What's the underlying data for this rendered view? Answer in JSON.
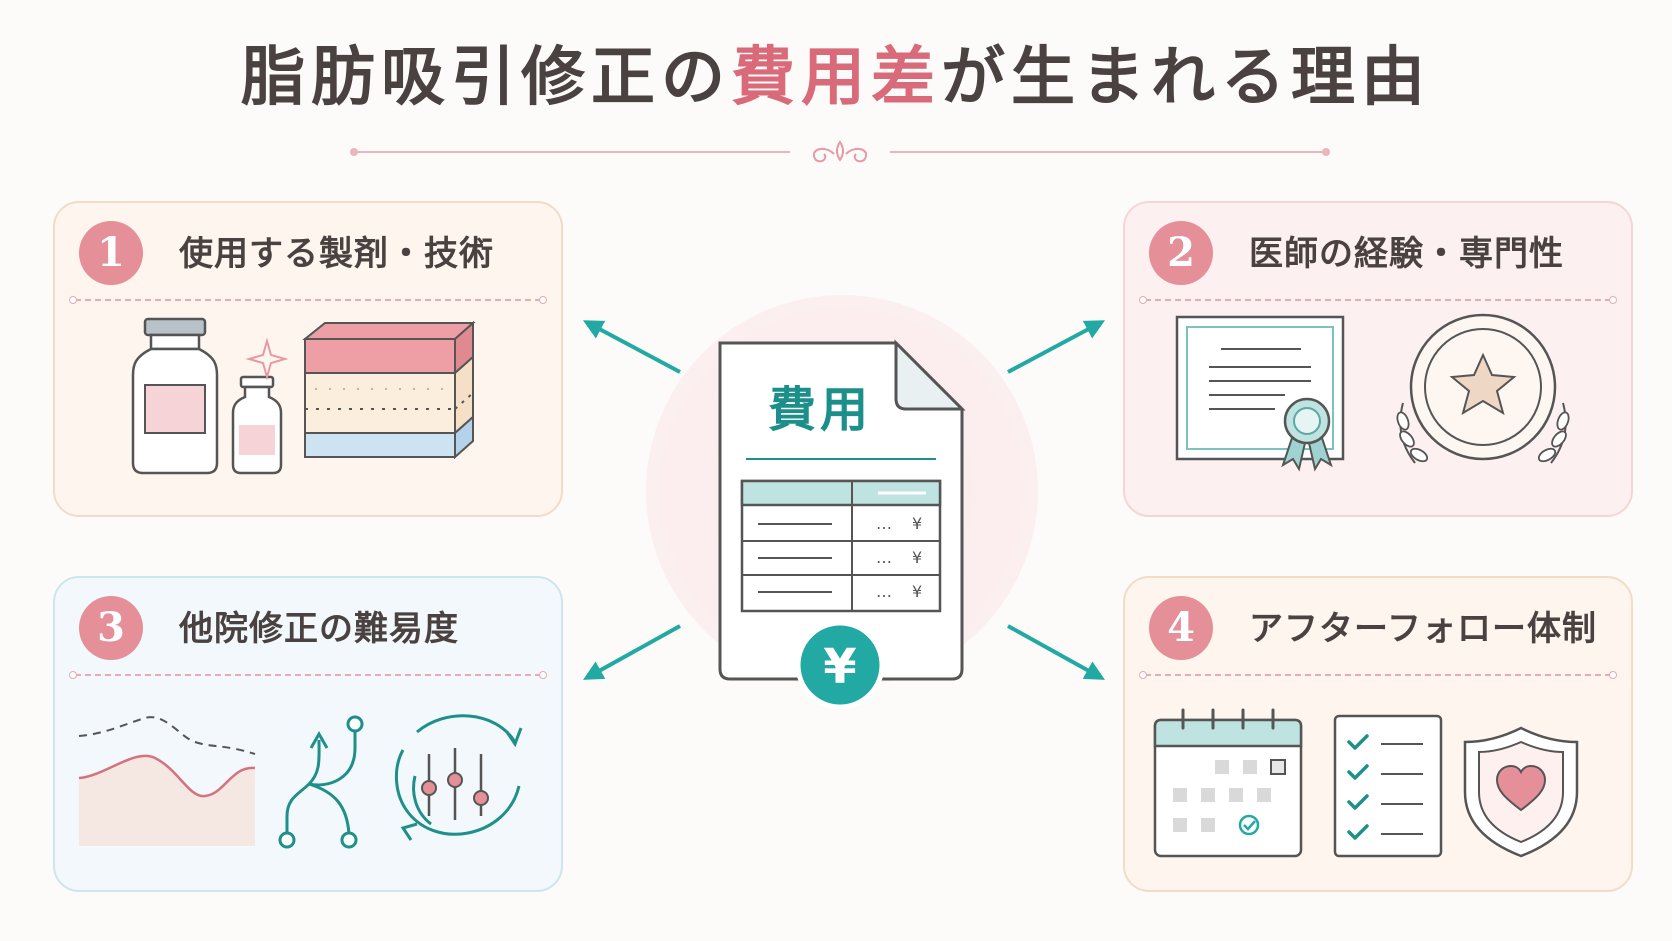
{
  "title": {
    "part1": "脂肪吸引修正の",
    "highlight": "費用差",
    "part2": "が生まれる理由"
  },
  "center": {
    "doc_title": "費用",
    "rows": [
      {
        "dots": "…",
        "yen": "¥"
      },
      {
        "dots": "…",
        "yen": "¥"
      },
      {
        "dots": "…",
        "yen": "¥"
      }
    ],
    "yen_badge": "¥"
  },
  "cards": [
    {
      "number": "1",
      "label": "使用する製剤・技術"
    },
    {
      "number": "2",
      "label": "医師の経験・専門性"
    },
    {
      "number": "3",
      "label": "他院修正の難易度"
    },
    {
      "number": "4",
      "label": "アフターフォロー体制"
    }
  ],
  "colors": {
    "accent_pink": "#e58f99",
    "highlight_pink": "#d96a7a",
    "teal": "#22a9a3",
    "text": "#4a4240"
  }
}
